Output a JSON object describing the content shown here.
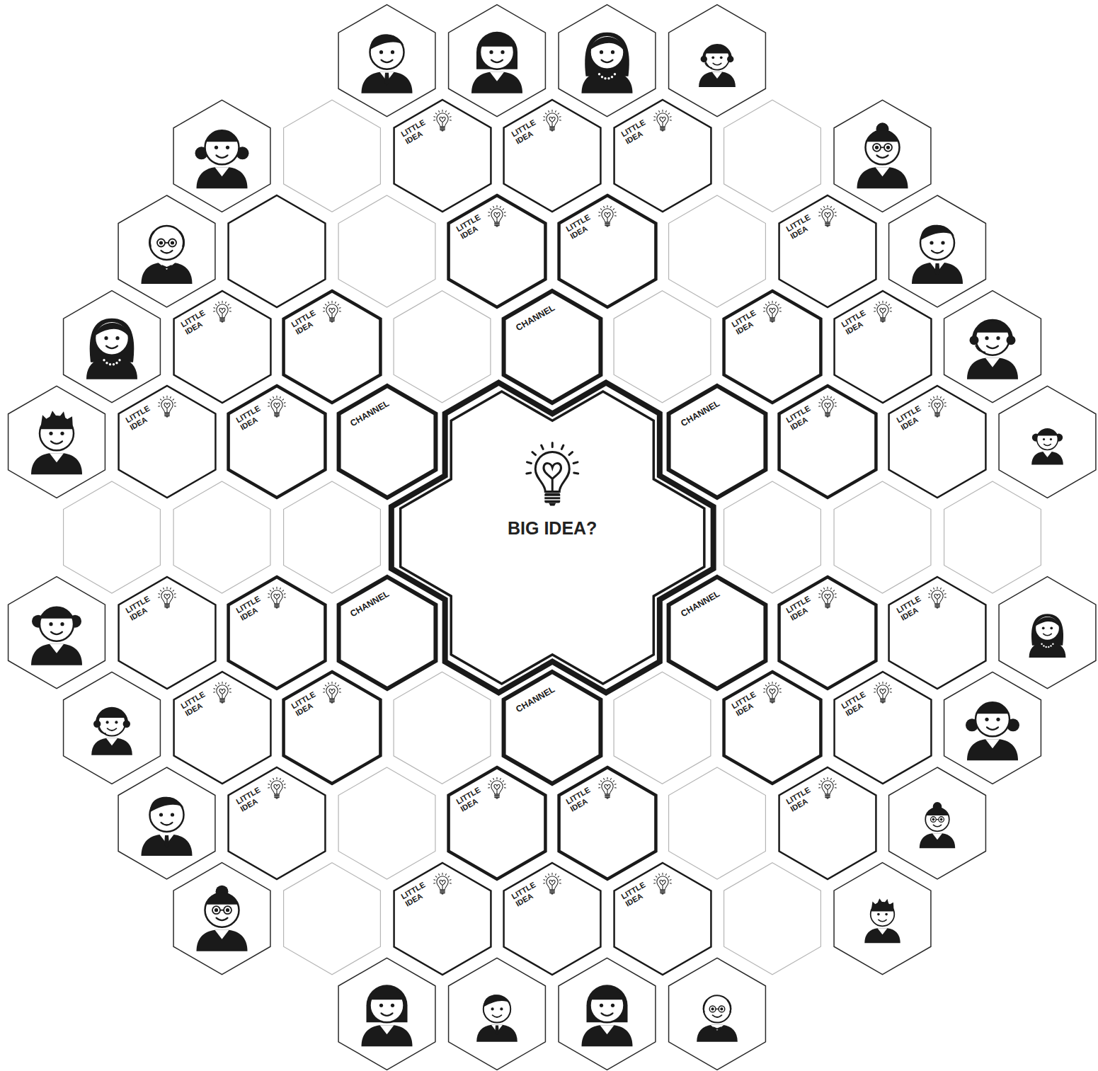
{
  "diagram": {
    "nodes": [
      {
        "text": [
          "LITTLE IDEA"
        ]
      },
      {
        "text": [
          "LITTLE IDEA"
        ]
      },
      {
        "text": [
          "LITTLE IDEA"
        ]
      },
      {
        "text": [
          "LITTLE IDEA"
        ]
      },
      {
        "text": [
          "LITTLE IDEA"
        ]
      },
      {
        "text": [
          "LITTLE IDEA"
        ]
      },
      {
        "text": [
          "LITTLE IDEA"
        ]
      },
      {
        "text": [
          "LITTLE IDEA"
        ]
      },
      {
        "text": [
          "CHANNEL"
        ]
      },
      {
        "text": [
          "LITTLE IDEA"
        ]
      },
      {
        "text": [
          "LITTLE IDEA"
        ]
      },
      {
        "text": [
          "LITTLE IDEA"
        ]
      },
      {
        "text": [
          "LITTLE IDEA"
        ]
      },
      {
        "text": [
          "CHANNEL"
        ]
      },
      {
        "text": [
          "CHANNEL"
        ]
      },
      {
        "text": [
          "LITTLE IDEA"
        ]
      },
      {
        "text": [
          "LITTLE IDEA"
        ]
      },
      {
        "text": [
          "BIG IDEA?"
        ]
      },
      {
        "text": [
          "LITTLE IDEA"
        ]
      },
      {
        "text": [
          "LITTLE IDEA"
        ]
      },
      {
        "text": [
          "CHANNEL"
        ]
      },
      {
        "text": [
          "CHANNEL"
        ]
      },
      {
        "text": [
          "LITTLE IDEA"
        ]
      },
      {
        "text": [
          "LITTLE IDEA"
        ]
      },
      {
        "text": [
          "LITTLE IDEA"
        ]
      },
      {
        "text": [
          "LITTLE IDEA"
        ]
      },
      {
        "text": [
          "CHANNEL"
        ]
      },
      {
        "text": [
          "LITTLE IDEA"
        ]
      },
      {
        "text": [
          "LITTLE IDEA"
        ]
      },
      {
        "text": [
          "LITTLE IDEA"
        ]
      },
      {
        "text": [
          "LITTLE IDEA"
        ]
      },
      {
        "text": [
          "LITTLE IDEA"
        ]
      },
      {
        "text": [
          "LITTLE IDEA"
        ]
      },
      {
        "text": [
          "LITTLE IDEA"
        ]
      },
      {
        "text": [
          "LITTLE IDEA"
        ]
      },
      {
        "text": [
          "LITTLE IDEA"
        ]
      }
    ]
  }
}
